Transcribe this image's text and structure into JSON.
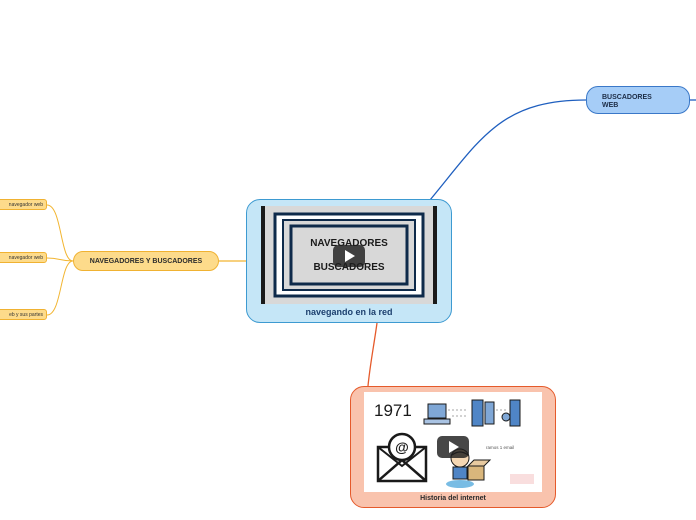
{
  "central": {
    "label": "navegando en la red",
    "video_line1": "NAVEGADORES",
    "video_line2": "BUSCADORES"
  },
  "branches": {
    "buscadores": {
      "label_line1": "BUSCADORES",
      "label_line2": "WEB"
    },
    "navegadores": {
      "label": "NAVEGADORES Y BUSCADORES",
      "children": [
        {
          "label": "navegador web"
        },
        {
          "label": "navegador web"
        },
        {
          "label": "eb y sus partes"
        }
      ]
    },
    "historia": {
      "label": "Historia del internet",
      "video_year": "1971",
      "video_note": "ramos 1 email"
    }
  },
  "colors": {
    "central_fill": "#c5e6f7",
    "central_border": "#3d9ad1",
    "buscadores_fill": "#a6cdf7",
    "buscadores_link": "#1f5fbf",
    "navegadores_fill": "#fddb8b",
    "navegadores_link": "#f2b531",
    "historia_fill": "#f9c3ad",
    "historia_link": "#e55a2b"
  },
  "icons": {
    "video_play": "play-icon",
    "envelope": "email-envelope-icon",
    "servers": "server-icon"
  }
}
